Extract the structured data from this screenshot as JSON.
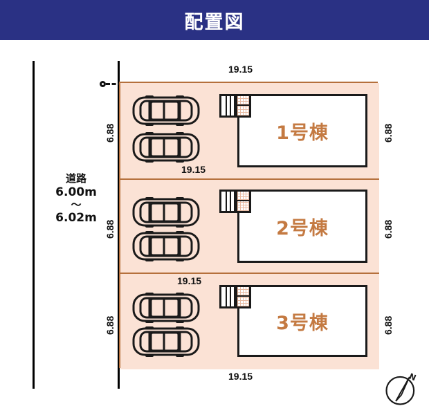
{
  "header": {
    "title": "配置図"
  },
  "road": {
    "label": "道路",
    "width_from": "6.00m",
    "tilde": "〜",
    "width_to": "6.02m"
  },
  "compass": {
    "north_label": "N",
    "icon": "compass-north-icon"
  },
  "dimensions": {
    "top_width": "19.15",
    "lot1_inner_width": "19.15",
    "lot3_inner_width": "19.15",
    "bottom_width": "19.15",
    "lot1_depth_left": "6.88",
    "lot1_depth_right": "6.88",
    "lot2_depth_left": "6.88",
    "lot2_depth_right": "6.88",
    "lot3_depth_left": "6.88",
    "lot3_depth_right": "6.88"
  },
  "lots": [
    {
      "id": "lot-1",
      "building_label": "1号棟",
      "depth": "6.88",
      "width": "19.15",
      "parking_spaces": 2,
      "entrance": "stairs-entrance-icon"
    },
    {
      "id": "lot-2",
      "building_label": "2号棟",
      "depth": "6.88",
      "width": "19.15",
      "parking_spaces": 2,
      "entrance": "stairs-entrance-icon"
    },
    {
      "id": "lot-3",
      "building_label": "3号棟",
      "depth": "6.88",
      "width": "19.15",
      "parking_spaces": 2,
      "entrance": "stairs-entrance-icon"
    }
  ],
  "colors": {
    "header_bg": "#2a3184",
    "header_text": "#ffffff",
    "site_fill": "#fbe2d5",
    "site_border": "#b5703c",
    "building_fill": "#ffffff",
    "building_border": "#1a1a1a",
    "building_label": "#c47a42",
    "dimension_text": "#111111",
    "road_line": "#000000"
  }
}
